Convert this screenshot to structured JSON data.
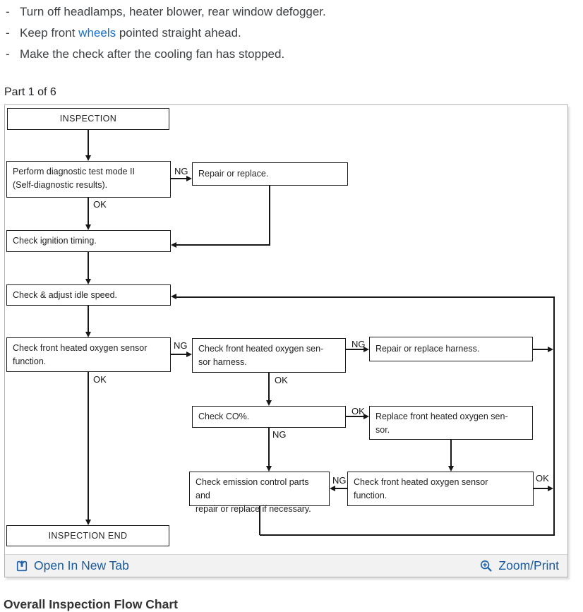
{
  "instructions": {
    "bullet": "-",
    "line1": "Turn off headlamps, heater blower, rear window defogger.",
    "line2_pre": "Keep front ",
    "line2_link": "wheels",
    "line2_post": " pointed straight ahead.",
    "line3": "Make the check after the cooling fan has stopped."
  },
  "part_label": "Part 1 of 6",
  "flowchart": {
    "nodes": {
      "inspection": {
        "lines": [
          "INSPECTION"
        ]
      },
      "diag": {
        "lines": [
          "Perform diagnostic test mode II",
          "(Self-diagnostic results)."
        ]
      },
      "repair_replace": {
        "lines": [
          "Repair or replace."
        ]
      },
      "ignition": {
        "lines": [
          "Check ignition timing."
        ]
      },
      "idle": {
        "lines": [
          "Check & adjust idle speed."
        ]
      },
      "o2_function1": {
        "lines": [
          "Check front heated oxygen sensor",
          "function."
        ]
      },
      "o2_harness": {
        "lines": [
          "Check front heated oxygen sen-",
          "sor harness."
        ]
      },
      "repair_harness": {
        "lines": [
          "Repair or replace harness."
        ]
      },
      "co": {
        "lines": [
          "Check CO%."
        ]
      },
      "replace_o2": {
        "lines": [
          "Replace front heated oxygen sen-",
          "sor."
        ]
      },
      "emission": {
        "lines": [
          "Check emission control parts and",
          "repair or replace if necessary."
        ]
      },
      "o2_function2": {
        "lines": [
          "Check front heated oxygen sensor",
          "function."
        ]
      },
      "inspection_end": {
        "lines": [
          "INSPECTION END"
        ]
      }
    },
    "edge_labels": {
      "ok": "OK",
      "ng": "NG"
    },
    "edges": [
      {
        "from": "inspection",
        "to": "diag",
        "label": ""
      },
      {
        "from": "diag",
        "to": "repair_replace",
        "label": "NG"
      },
      {
        "from": "diag",
        "to": "ignition",
        "label": "OK"
      },
      {
        "from": "repair_replace",
        "to": "ignition",
        "label": ""
      },
      {
        "from": "ignition",
        "to": "idle",
        "label": ""
      },
      {
        "from": "idle",
        "to": "o2_function1",
        "label": ""
      },
      {
        "from": "o2_function1",
        "to": "o2_harness",
        "label": "NG"
      },
      {
        "from": "o2_function1",
        "to": "inspection_end",
        "label": "OK"
      },
      {
        "from": "o2_harness",
        "to": "repair_harness",
        "label": "NG"
      },
      {
        "from": "o2_harness",
        "to": "co",
        "label": "OK"
      },
      {
        "from": "repair_harness",
        "to": "idle",
        "label": ""
      },
      {
        "from": "co",
        "to": "replace_o2",
        "label": "OK"
      },
      {
        "from": "co",
        "to": "emission",
        "label": "NG"
      },
      {
        "from": "replace_o2",
        "to": "o2_function2",
        "label": ""
      },
      {
        "from": "o2_function2",
        "to": "emission",
        "label": "NG"
      },
      {
        "from": "o2_function2",
        "to": "idle",
        "label": "OK"
      },
      {
        "from": "emission",
        "to": "idle",
        "label": ""
      }
    ]
  },
  "footer": {
    "open_link": "Open In New Tab",
    "zoom_link": "Zoom/Print"
  },
  "bottom_heading": "Overall Inspection Flow Chart",
  "colors": {
    "inline_link_blue": "#1a6fc4",
    "footer_link_blue": "#17599f",
    "icon_blue": "#1e62ad",
    "footer_bg": "#f2f2f2",
    "box_border": "#1c1c1c"
  }
}
